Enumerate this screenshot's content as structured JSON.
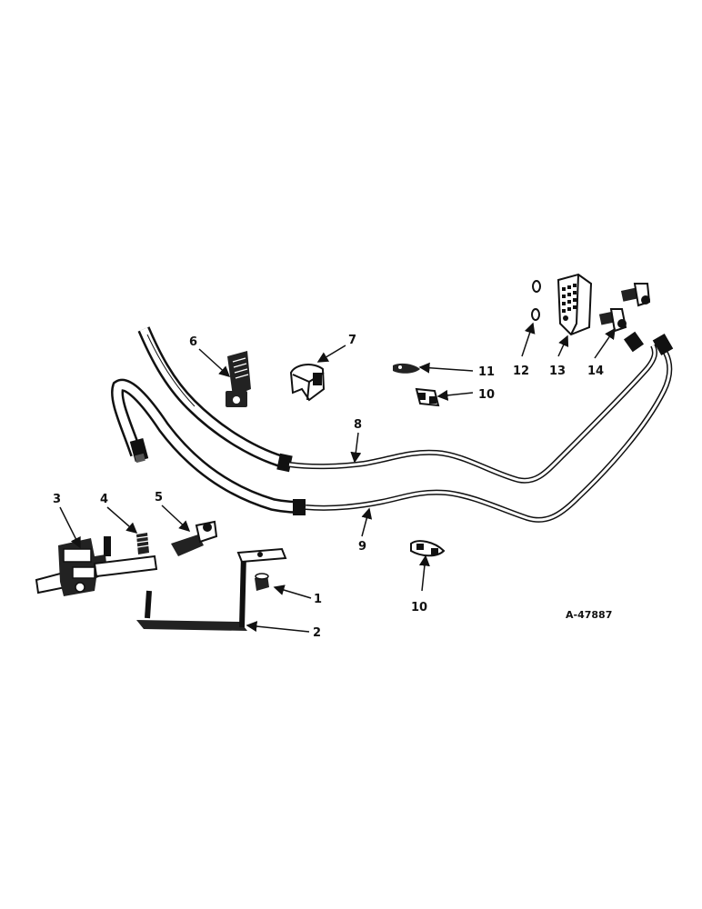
{
  "drawing_number": "A-47887",
  "callouts": {
    "c1": "1",
    "c2": "2",
    "c3": "3",
    "c4": "4",
    "c5": "5",
    "c6": "6",
    "c7": "7",
    "c8": "8",
    "c9": "9",
    "c10a": "10",
    "c10b": "10",
    "c11": "11",
    "c12": "12",
    "c13": "13",
    "c14": "14"
  }
}
